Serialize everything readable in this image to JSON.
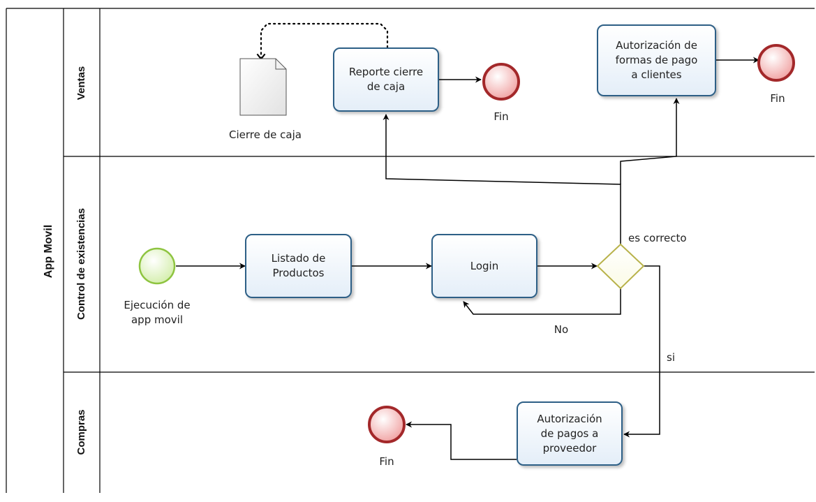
{
  "pool": {
    "label": "App Movil"
  },
  "lanes": {
    "ventas": "Ventas",
    "control": "Control de existencias",
    "compras": "Compras"
  },
  "events": {
    "start": "Ejecución de\napp movil",
    "end_ventas_1": "Fin",
    "end_ventas_2": "Fin",
    "end_compras": "Fin"
  },
  "tasks": {
    "listado": "Listado de\nProductos",
    "login": "Login",
    "reporte": "Reporte cierre\nde caja",
    "autorizacion_clientes": "Autorización de\nformas de pago\na clientes",
    "autorizacion_proveedor": "Autorización\nde pagos a\nproveedor"
  },
  "data_object": {
    "label": "Cierre de caja"
  },
  "flow_labels": {
    "correcto": "es correcto",
    "no": "No",
    "si": "si"
  },
  "colors": {
    "task_border": "#2d5f86",
    "start_event": "#8ec440",
    "end_event": "#a3282a",
    "gateway": "#b8b24a"
  }
}
